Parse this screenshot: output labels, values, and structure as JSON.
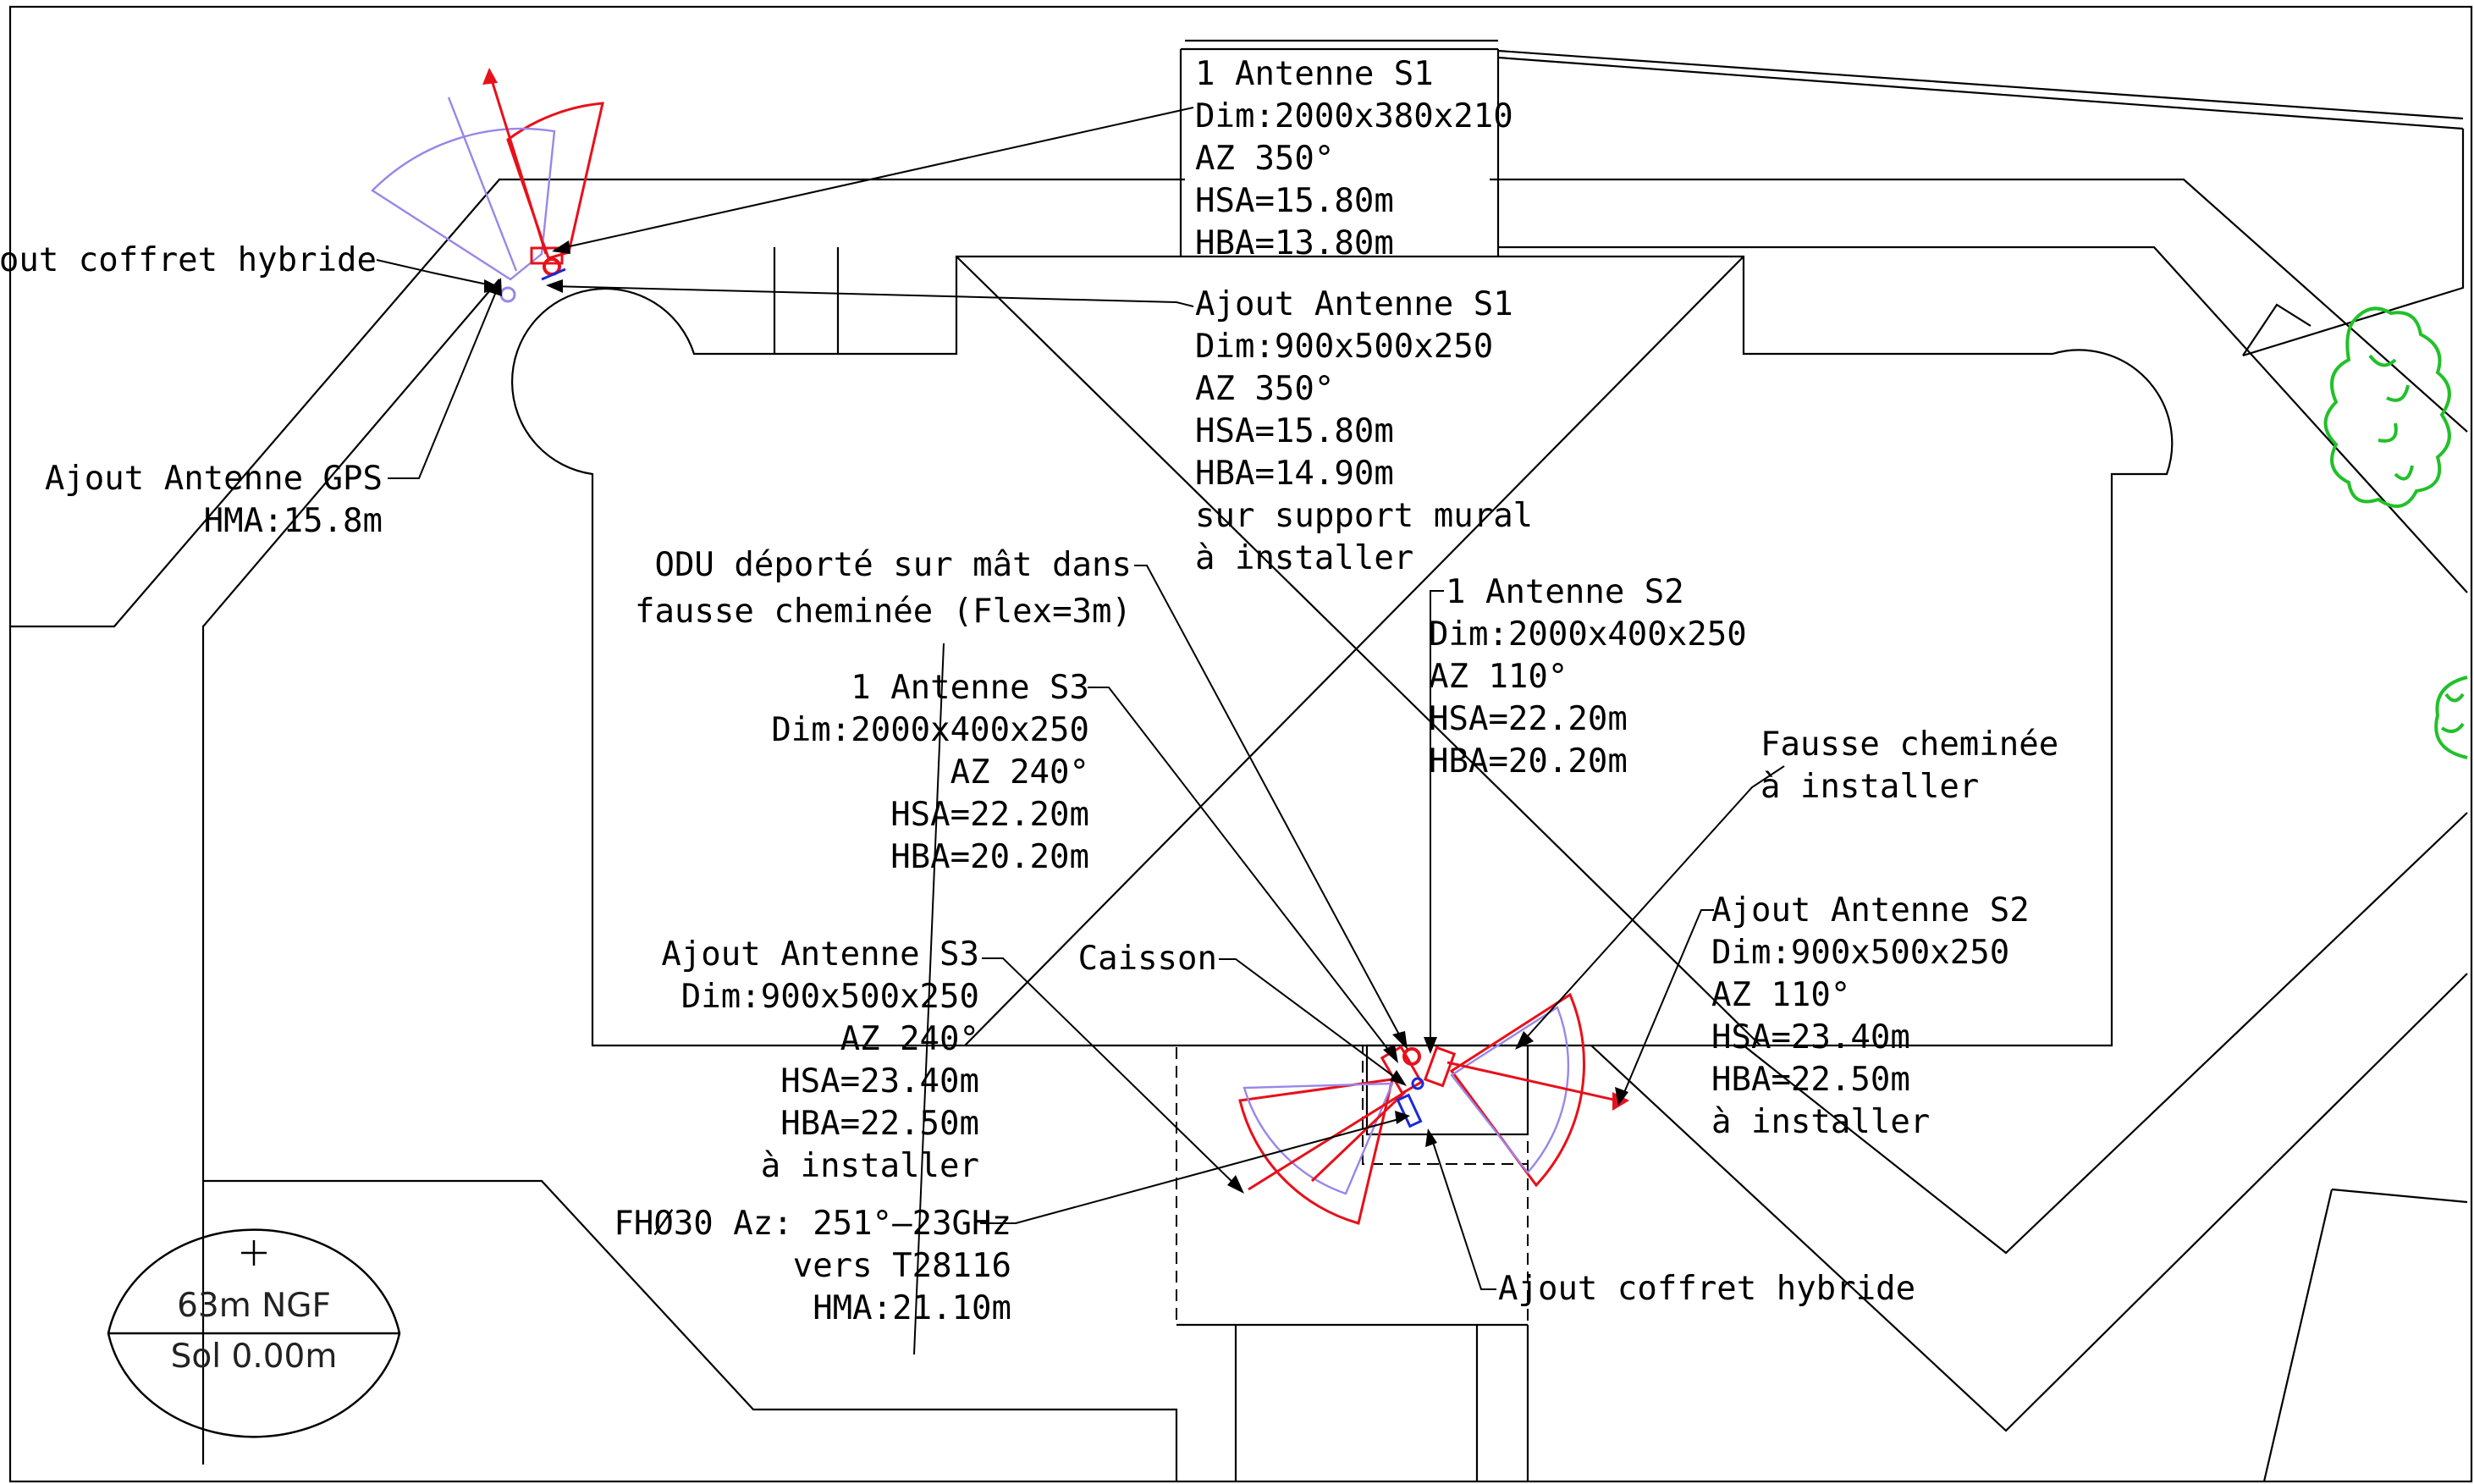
{
  "labels": {
    "s1_antenna": [
      "1 Antenne S1",
      "Dim:2000x380x210",
      "AZ 350°",
      "HSA=15.80m",
      "HBA=13.80m"
    ],
    "s1_ajout": [
      "Ajout Antenne S1",
      "Dim:900x500x250",
      "AZ 350°",
      "HSA=15.80m",
      "HBA=14.90m",
      "sur support mural",
      "à installer"
    ],
    "coffret_nw": [
      "Ajout coffret hybride"
    ],
    "gps": [
      "Ajout Antenne GPS",
      "HMA:15.8m"
    ],
    "odu": [
      "ODU déporté sur mât dans",
      "fausse cheminée (Flex=3m)"
    ],
    "s3_antenna": [
      "1 Antenne S3",
      "Dim:2000x400x250",
      "AZ 240°",
      "HSA=22.20m",
      "HBA=20.20m"
    ],
    "s2_antenna": [
      "1 Antenne S2",
      "Dim:2000x400x250",
      "AZ 110°",
      "HSA=22.20m",
      "HBA=20.20m"
    ],
    "cheminee": [
      "Fausse cheminée",
      "à installer"
    ],
    "caisson": [
      "Caisson"
    ],
    "s3_ajout": [
      "Ajout Antenne S3",
      "Dim:900x500x250",
      "AZ 240°",
      "HSA=23.40m",
      "HBA=22.50m",
      "à installer"
    ],
    "s2_ajout": [
      "Ajout Antenne S2",
      "Dim:900x500x250",
      "AZ 110°",
      "HSA=23.40m",
      "HBA=22.50m",
      "à installer"
    ],
    "fh": [
      "FHØ30 Az: 251°–23GHz",
      "vers T28116",
      "HMA:21.10m"
    ],
    "coffret_s": [
      "Ajout coffret hybride"
    ]
  },
  "ngf": {
    "top": "63m NGF",
    "bottom": "Sol 0.00m"
  },
  "colors": {
    "line": "#000000",
    "sector_red": "#e8101a",
    "sector_purple": "#9a86e8",
    "blue": "#1a2ad8",
    "tree": "#22c02a"
  }
}
